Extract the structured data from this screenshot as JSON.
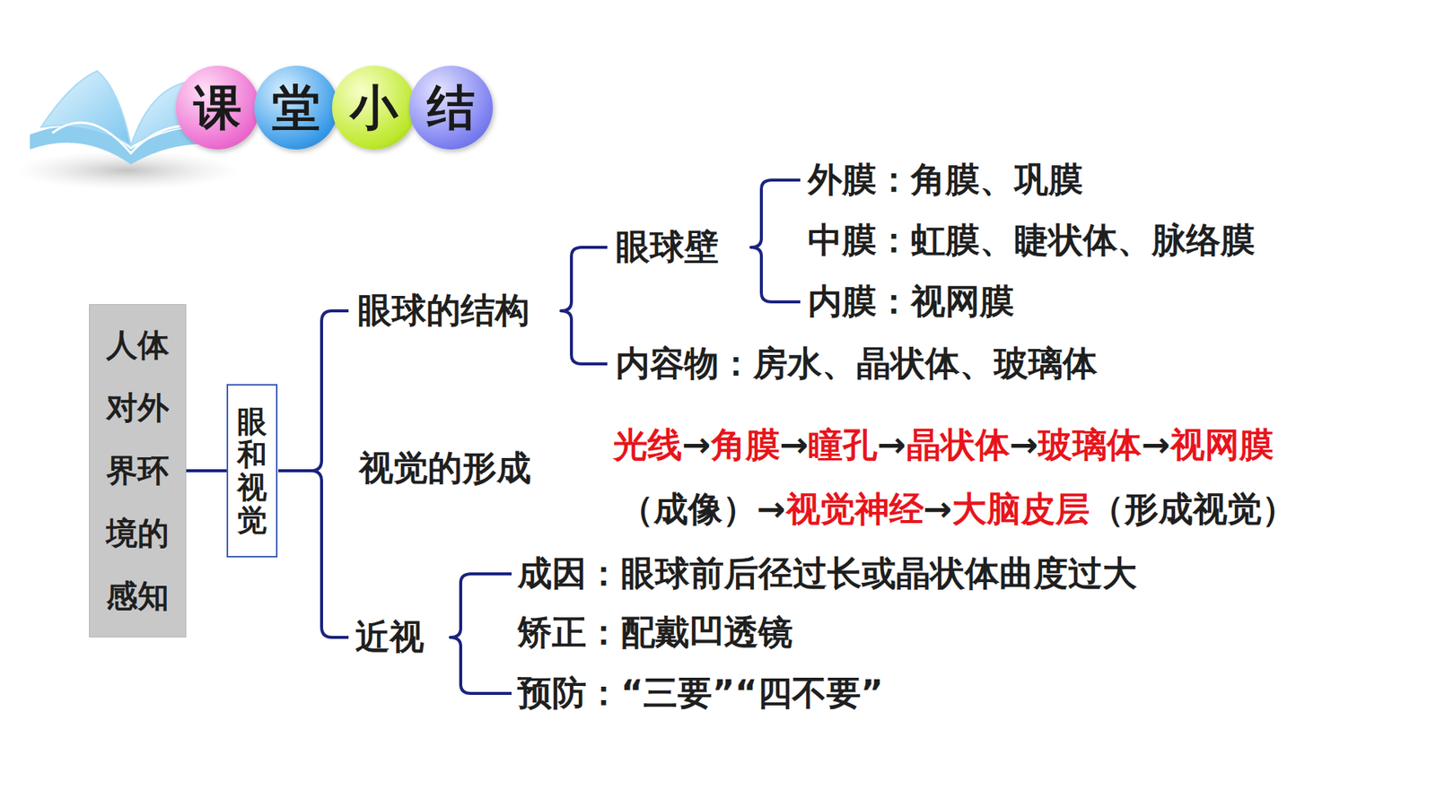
{
  "diagram": {
    "nodes": [
      {
        "text": [
          "课"
        ]
      },
      {
        "text": [
          "堂"
        ]
      },
      {
        "text": [
          "小"
        ]
      },
      {
        "text": [
          "结"
        ]
      },
      {
        "text": [
          "人体对外界环境的感知"
        ]
      },
      {
        "text": [
          "眼和视觉"
        ]
      }
    ],
    "edges": [
      {
        "from": 4,
        "to": 5,
        "arrow": "none"
      }
    ],
    "labels": [
      "眼球的结构",
      "眼球壁",
      "外膜：角膜、巩膜",
      "中膜：虹膜、睫状体、脉络膜",
      "内膜：视网膜",
      "内容物：房水、晶状体、玻璃体",
      "视觉的形成",
      "光线",
      "→",
      "角膜",
      "→",
      "瞳孔",
      "→",
      "晶状体",
      "→",
      "玻璃体",
      "→",
      "视网膜",
      "（成像）",
      "→",
      "视觉神经",
      "→",
      "大脑皮层",
      "（形成视觉）",
      "近视",
      "成因：眼球前后径过长或晶状体曲度过大",
      "矫正：配戴凹透镜",
      "预防：“三要”“四不要”"
    ]
  }
}
